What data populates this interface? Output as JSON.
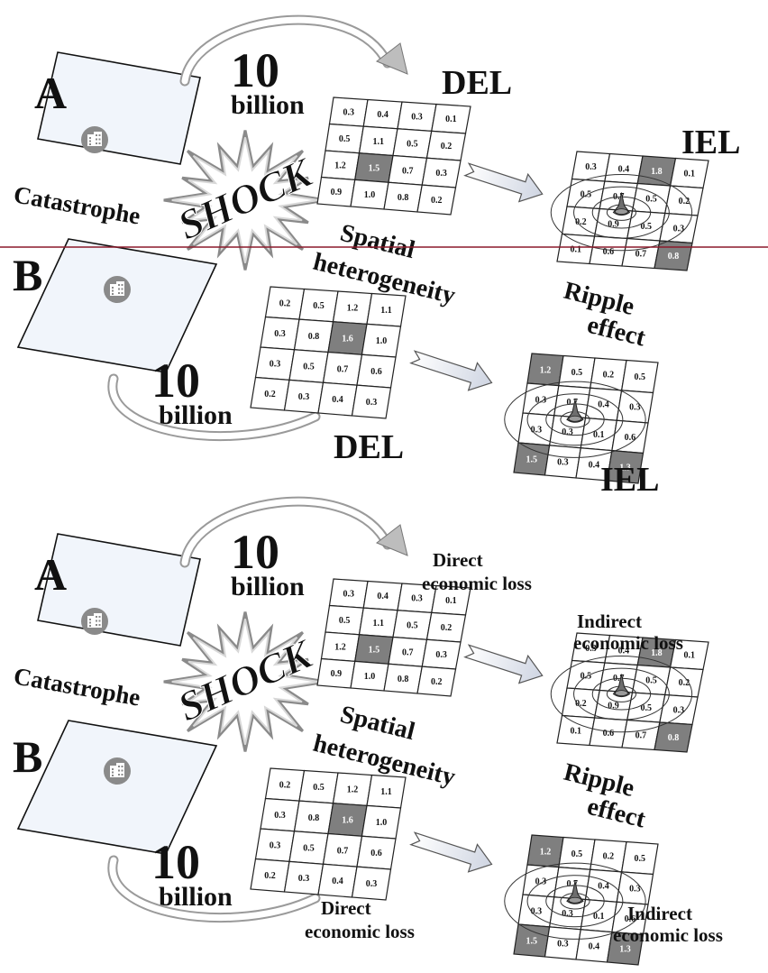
{
  "panels": [
    {
      "region_a": {
        "letter": "A",
        "amount_value": "10",
        "amount_unit": "billion",
        "catastrophe": "Catastrophe",
        "shock": "SHOCK"
      },
      "region_b": {
        "letter": "B",
        "amount_value": "10",
        "amount_unit": "billion"
      },
      "spatial_label": [
        "Spatial",
        "heterogeneity"
      ],
      "ripple_label": [
        "Ripple",
        "effect"
      ],
      "del_a_title": [
        "DEL"
      ],
      "iel_a_title": [
        "IEL"
      ],
      "del_b_title": [
        "DEL"
      ],
      "iel_b_title": [
        "IEL"
      ],
      "del_a_values": [
        [
          "0.3",
          "0.4",
          "0.3",
          "0.1"
        ],
        [
          "0.5",
          "1.1",
          "0.5",
          "0.2"
        ],
        [
          "1.2",
          "1.5",
          "0.7",
          "0.3"
        ],
        [
          "0.9",
          "1.0",
          "0.8",
          "0.2"
        ]
      ],
      "iel_a_values": [
        [
          "0.3",
          "0.4",
          "1.8",
          "0.1"
        ],
        [
          "0.5",
          "0.7",
          "0.5",
          "0.2"
        ],
        [
          "0.2",
          "0.9",
          "0.5",
          "0.3"
        ],
        [
          "0.1",
          "0.6",
          "0.7",
          "0.8"
        ]
      ],
      "del_b_values": [
        [
          "0.2",
          "0.5",
          "1.2",
          "1.1"
        ],
        [
          "0.3",
          "0.8",
          "1.6",
          "1.0"
        ],
        [
          "0.3",
          "0.5",
          "0.7",
          "0.6"
        ],
        [
          "0.2",
          "0.3",
          "0.4",
          "0.3"
        ]
      ],
      "iel_b_values": [
        [
          "1.2",
          "0.5",
          "0.2",
          "0.5"
        ],
        [
          "0.3",
          "0.7",
          "0.4",
          "0.3"
        ],
        [
          "0.3",
          "0.3",
          "0.1",
          "0.6"
        ],
        [
          "1.5",
          "0.3",
          "0.4",
          "1.3"
        ]
      ]
    },
    {
      "region_a": {
        "letter": "A",
        "amount_value": "10",
        "amount_unit": "billion",
        "catastrophe": "Catastrophe",
        "shock": "SHOCK"
      },
      "region_b": {
        "letter": "B",
        "amount_value": "10",
        "amount_unit": "billion"
      },
      "spatial_label": [
        "Spatial",
        "heterogeneity"
      ],
      "ripple_label": [
        "Ripple",
        "effect"
      ],
      "del_a_title": [
        "Direct",
        "economic loss"
      ],
      "iel_a_title": [
        "Indirect",
        "economic loss"
      ],
      "del_b_title": [
        "Direct",
        "economic loss"
      ],
      "iel_b_title": [
        "Indirect",
        "economic loss"
      ],
      "del_a_values": [
        [
          "0.3",
          "0.4",
          "0.3",
          "0.1"
        ],
        [
          "0.5",
          "1.1",
          "0.5",
          "0.2"
        ],
        [
          "1.2",
          "1.5",
          "0.7",
          "0.3"
        ],
        [
          "0.9",
          "1.0",
          "0.8",
          "0.2"
        ]
      ],
      "iel_a_values": [
        [
          "0.3",
          "0.4",
          "1.8",
          "0.1"
        ],
        [
          "0.5",
          "0.7",
          "0.5",
          "0.2"
        ],
        [
          "0.2",
          "0.9",
          "0.5",
          "0.3"
        ],
        [
          "0.1",
          "0.6",
          "0.7",
          "0.8"
        ]
      ],
      "del_b_values": [
        [
          "0.2",
          "0.5",
          "1.2",
          "1.1"
        ],
        [
          "0.3",
          "0.8",
          "1.6",
          "1.0"
        ],
        [
          "0.3",
          "0.5",
          "0.7",
          "0.6"
        ],
        [
          "0.2",
          "0.3",
          "0.4",
          "0.3"
        ]
      ],
      "iel_b_values": [
        [
          "1.2",
          "0.5",
          "0.2",
          "0.5"
        ],
        [
          "0.3",
          "0.7",
          "0.4",
          "0.3"
        ],
        [
          "0.3",
          "0.3",
          "0.1",
          "0.6"
        ],
        [
          "1.5",
          "0.3",
          "0.4",
          "1.3"
        ]
      ]
    }
  ],
  "colors": {
    "highlight_cell": "#7f7f7f",
    "divider_line": "#8b1a2b",
    "region_fill": "#f1f5fb",
    "building_badge": "#8a8a8a"
  }
}
